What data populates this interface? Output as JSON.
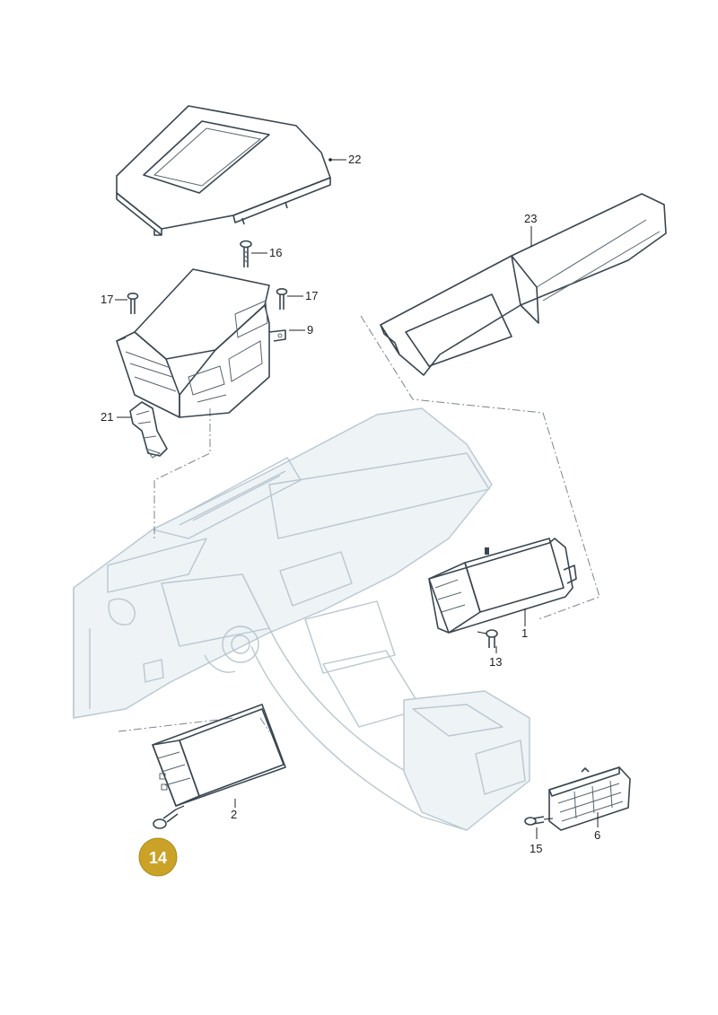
{
  "callouts": [
    {
      "id": "c22",
      "text": "22"
    },
    {
      "id": "c16",
      "text": "16"
    },
    {
      "id": "c17a",
      "text": "17"
    },
    {
      "id": "c17b",
      "text": "17"
    },
    {
      "id": "c9",
      "text": "9"
    },
    {
      "id": "c21",
      "text": "21"
    },
    {
      "id": "c23",
      "text": "23"
    },
    {
      "id": "c1",
      "text": "1"
    },
    {
      "id": "c13",
      "text": "13"
    },
    {
      "id": "c2",
      "text": "2"
    },
    {
      "id": "c6",
      "text": "6"
    },
    {
      "id": "c15",
      "text": "15"
    }
  ],
  "highlight": {
    "text": "14",
    "color": "#c9a227"
  },
  "colors": {
    "part_fill": "#dfe5ea",
    "part_shade": "#b8c3cb",
    "outline": "#3a4650",
    "screen_dark": "#5d6a73",
    "ghost_line": "#b9c7d0"
  }
}
